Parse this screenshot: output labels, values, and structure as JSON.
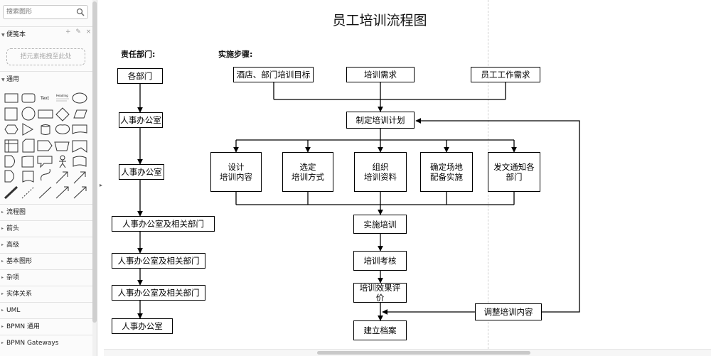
{
  "sidebar": {
    "search_placeholder": "搜索图形",
    "scratchpad_title": "便笺本",
    "scratchpad_tools": "+ ✎ ×",
    "dropzone_text": "把元素拖拽至此处",
    "general_title": "通用",
    "shape_text_label": "Text",
    "shape_heading_label": "Heading",
    "categories": [
      "流程图",
      "箭头",
      "高级",
      "基本图形",
      "杂项",
      "实体关系",
      "UML",
      "BPMN 通用",
      "BPMN Gateways"
    ]
  },
  "diagram": {
    "title": "员工培训流程图",
    "responsible_label": "责任部门:",
    "steps_label": "实施步骤:",
    "responsible_nodes": [
      "各部门",
      "人事办公室",
      "人事办公室",
      "人事办公室及相关部门",
      "人事办公室及相关部门",
      "人事办公室及相关部门",
      "人事办公室"
    ],
    "source_nodes": [
      "酒店、部门培训目标",
      "培训需求",
      "员工工作需求"
    ],
    "plan_node": "制定培训计划",
    "task_nodes": [
      "设计\n培训内容",
      "选定\n培训方式",
      "组织\n培训资料",
      "确定场地\n配备实施",
      "发文通知各\n部门"
    ],
    "implement_node": "实施培训",
    "assess_node": "培训考核",
    "evaluate_node": "培训效果评\n价",
    "archive_node": "建立档案",
    "adjust_node": "调整培训内容"
  },
  "colors": {
    "line": "#000000",
    "sidebar_bg": "#fbfbfb",
    "canvas_bg": "#ffffff"
  }
}
